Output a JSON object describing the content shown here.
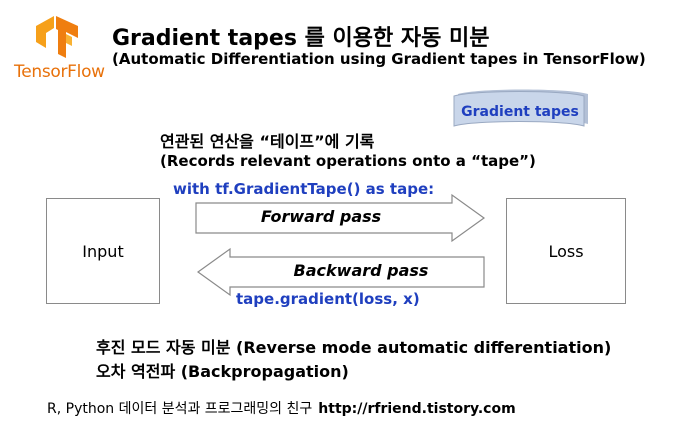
{
  "logo": {
    "text": "TensorFlow"
  },
  "title": "Gradient tapes 를 이용한 자동 미분",
  "subtitle": "(Automatic Differentiation using Gradient tapes in TensorFlow)",
  "callout": {
    "label": "Gradient tapes"
  },
  "records": {
    "korean": "연관된 연산을 “테이프”에 기록",
    "english": "(Records relevant operations onto a “tape”)"
  },
  "code": {
    "with_tape": "with tf.GradientTape() as tape:",
    "gradient": "tape.gradient(loss, x)"
  },
  "diagram": {
    "input_label": "Input",
    "loss_label": "Loss",
    "forward_label": "Forward pass",
    "backward_label": "Backward pass"
  },
  "reverse_mode": {
    "line1": "후진 모드 자동 미분 (Reverse mode automatic differentiation)",
    "line2": "오차 역전파 (Backpropagation)"
  },
  "footer": {
    "text": "R, Python 데이터 분석과 프로그래밍의 친구",
    "url": "http://rfriend.tistory.com"
  },
  "colors": {
    "logo_orange": "#f6a01a",
    "code_blue": "#1f3fbf",
    "callout_fill": "#c9d6ea",
    "box_border": "#8a8a8a"
  }
}
